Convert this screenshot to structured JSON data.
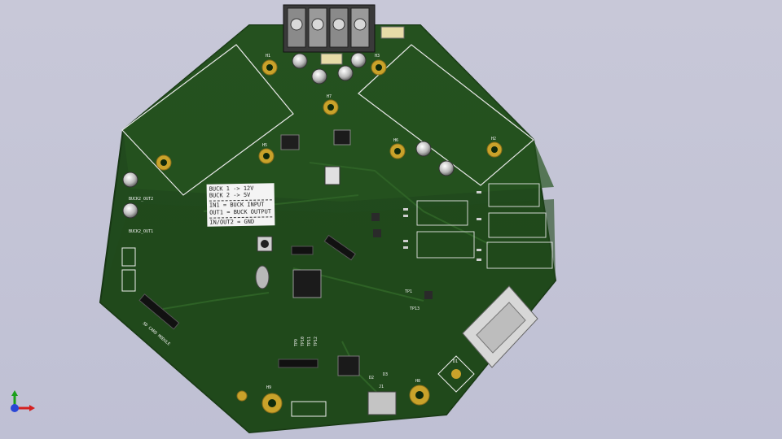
{
  "board": {
    "labels": {
      "buck2_out2": "BUCK2_OUT2",
      "buck2_out1": "BUCK2_OUT1",
      "sd_card_module": "SD CARD MODULE",
      "tp9": "TP9",
      "tp10": "TP10",
      "tp11": "TP11",
      "tp12": "TP12",
      "h8": "H8",
      "h9": "H9",
      "h7": "H7",
      "h1": "H1",
      "h2": "H2",
      "h3": "H3",
      "h5": "H5",
      "h6": "H6",
      "j1": "J1",
      "d1": "D1",
      "d2": "D2",
      "d3": "D3",
      "tp1": "TP1",
      "tp13": "TP13"
    },
    "note": {
      "line1": "BUCK 1 -> 12V",
      "line2": "BUCK 2 -> 5V",
      "line3": "IN1 = BUCK INPUT",
      "line4": "OUT1 = BUCK OUTPUT",
      "line5": "IN/OUT2 = GND"
    }
  },
  "colors": {
    "background": "#c3c4d6",
    "board_green": "#234d1f",
    "board_green_light": "#2f6a29",
    "pad_gold": "#c9a22a",
    "silkscreen": "#f2f2f2"
  },
  "axis_icon": {
    "name": "3d-axis-triad-icon"
  }
}
